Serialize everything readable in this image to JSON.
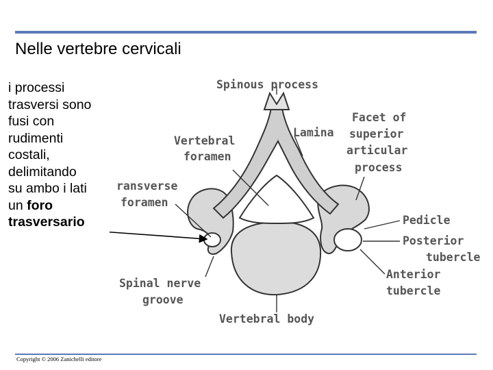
{
  "slide": {
    "title": "Nelle vertebre cervicali",
    "body_lines": [
      "i processi",
      "trasversi sono",
      "fusi  con",
      "rudimenti",
      "costali,",
      "delimitando",
      "su ambo i lati",
      "un ",
      "foro",
      "trasversario"
    ],
    "copyright": "Copyright © 2006 Zanichelli editore"
  },
  "figure": {
    "labels": {
      "spinous_process": "Spinous process",
      "vertebral_foramen_1": "Vertebral",
      "vertebral_foramen_2": "foramen",
      "lamina": "Lamina",
      "facet_1": "Facet of",
      "facet_2": "superior",
      "facet_3": "articular",
      "facet_4": "process",
      "transverse_foramen_1": "ransverse",
      "transverse_foramen_2": "foramen",
      "pedicle": "Pedicle",
      "posterior_tubercle_1": "Posterior",
      "posterior_tubercle_2": "tubercle",
      "anterior_tubercle_1": "Anterior",
      "anterior_tubercle_2": "tubercle",
      "spinal_nerve_groove_1": "Spinal nerve",
      "spinal_nerve_groove_2": "groove",
      "vertebral_body": "Vertebral body"
    }
  }
}
